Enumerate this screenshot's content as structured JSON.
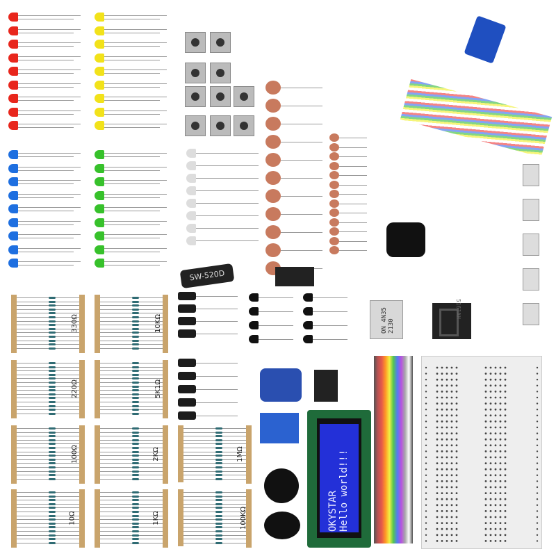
{
  "resistor_labels": [
    "330Ω",
    "10KΩ",
    "220Ω",
    "5K1Ω",
    "100Ω",
    "2KΩ",
    "1MΩ",
    "10Ω",
    "1KΩ",
    "100KΩ"
  ],
  "tilt_switch": "SW-520D",
  "optocoupler": {
    "line1": "4N35",
    "line2": "2130",
    "logo": "ON"
  },
  "seven_segment": "5161AH",
  "lcd": {
    "line1": "OKYSTAR",
    "line2": "Hello world!!!"
  },
  "colors": {
    "red_led": "#e8261c",
    "yellow_led": "#f2e21a",
    "blue_led": "#1e6fe0",
    "green_led": "#37c12b",
    "lcd_bg": "#2330d8",
    "pcb": "#1f6b3a",
    "jumper_red": "#e23b2a"
  }
}
